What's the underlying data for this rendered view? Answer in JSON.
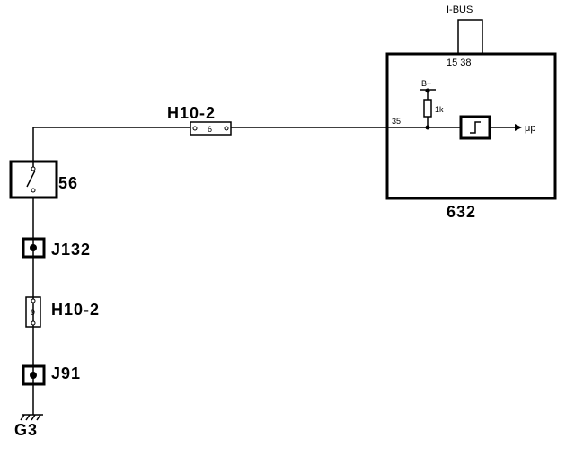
{
  "bus": {
    "label": "I-BUS",
    "pins": "15  38"
  },
  "module": {
    "id": "632",
    "supply": "B+",
    "resistor": "1k",
    "input_pin": "35",
    "output": "μp"
  },
  "connector_top": {
    "id": "H10-2",
    "pin": "6"
  },
  "switch": {
    "id": "56"
  },
  "splice_upper": {
    "id": "J132"
  },
  "connector_lower": {
    "id": "H10-2",
    "pin": "9"
  },
  "splice_lower": {
    "id": "J91"
  },
  "ground": {
    "id": "G3"
  },
  "colors": {
    "line": "#000000",
    "background": "#ffffff"
  }
}
